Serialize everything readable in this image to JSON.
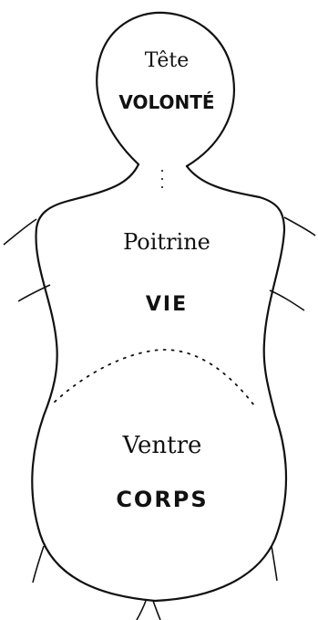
{
  "head": {
    "name": "Tête",
    "faculty": "VOLONTÉ"
  },
  "chest": {
    "name": "Poitrine",
    "faculty": "VIE"
  },
  "belly": {
    "name": "Ventre",
    "faculty": "CORPS"
  },
  "colors": {
    "ink": "#111111",
    "paper": "#ffffff"
  }
}
